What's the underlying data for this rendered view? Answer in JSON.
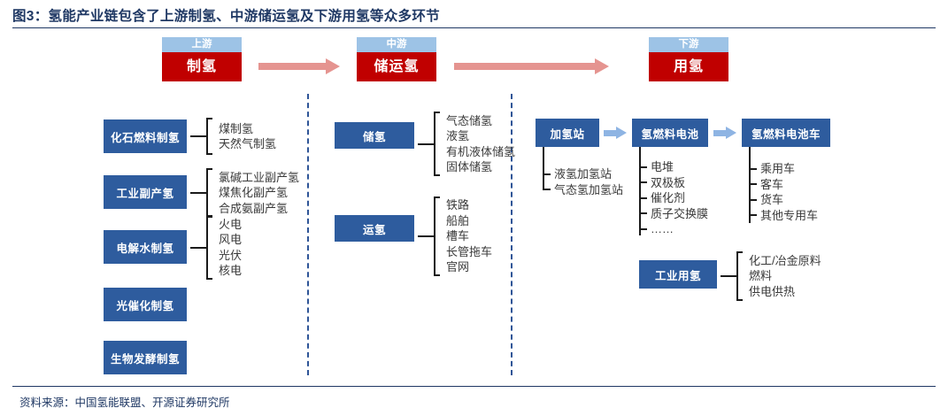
{
  "figure": {
    "title": "图3：氢能产业链包含了上游制氢、中游储运氢及下游用氢等众多环节",
    "source": "资料来源：中国氢能联盟、开源证券研究所"
  },
  "colors": {
    "title_navy": "#1F3864",
    "stage_cap_blue": "#9DC3E6",
    "stage_body_red": "#C00000",
    "node_blue": "#2E5C9E",
    "big_arrow_salmon": "#E59490",
    "small_arrow_blue": "#8EB4E3",
    "divider_blue": "#2F5597",
    "bracket_black": "#1A1A1A",
    "sub_text_gray": "#3A3A3A"
  },
  "stages": [
    {
      "cap": "上游",
      "name": "制氢"
    },
    {
      "cap": "中游",
      "name": "储运氢"
    },
    {
      "cap": "下游",
      "name": "用氢"
    }
  ],
  "upstream": {
    "nodes": [
      {
        "label": "化石燃料制氢",
        "items": [
          "煤制氢",
          "天然气制氢"
        ]
      },
      {
        "label": "工业副产氢",
        "items": [
          "氯碱工业副产氢",
          "煤焦化副产氢",
          "合成氨副产氢"
        ]
      },
      {
        "label": "电解水制氢",
        "items": [
          "火电",
          "风电",
          "光伏",
          "核电"
        ]
      },
      {
        "label": "光催化制氢",
        "items": []
      },
      {
        "label": "生物发酵制氢",
        "items": []
      }
    ]
  },
  "midstream": {
    "nodes": [
      {
        "label": "储氢",
        "items": [
          "气态储氢",
          "液氢",
          "有机液体储氢",
          "固体储氢"
        ]
      },
      {
        "label": "运氢",
        "items": [
          "铁路",
          "船舶",
          "槽车",
          "长管拖车",
          "官网"
        ]
      }
    ]
  },
  "downstream": {
    "chain": [
      {
        "label": "加氢站",
        "items": [
          "液氢加氢站",
          "气态氢加氢站"
        ]
      },
      {
        "label": "氢燃料电池",
        "items": [
          "电堆",
          "双极板",
          "催化剂",
          "质子交换膜",
          "……"
        ]
      },
      {
        "label": "氢燃料电池车",
        "items": [
          "乘用车",
          "客车",
          "货车",
          "其他专用车"
        ]
      }
    ],
    "industrial": {
      "label": "工业用氢",
      "items": [
        "化工/冶金原料",
        "燃料",
        "供电供热"
      ]
    }
  }
}
